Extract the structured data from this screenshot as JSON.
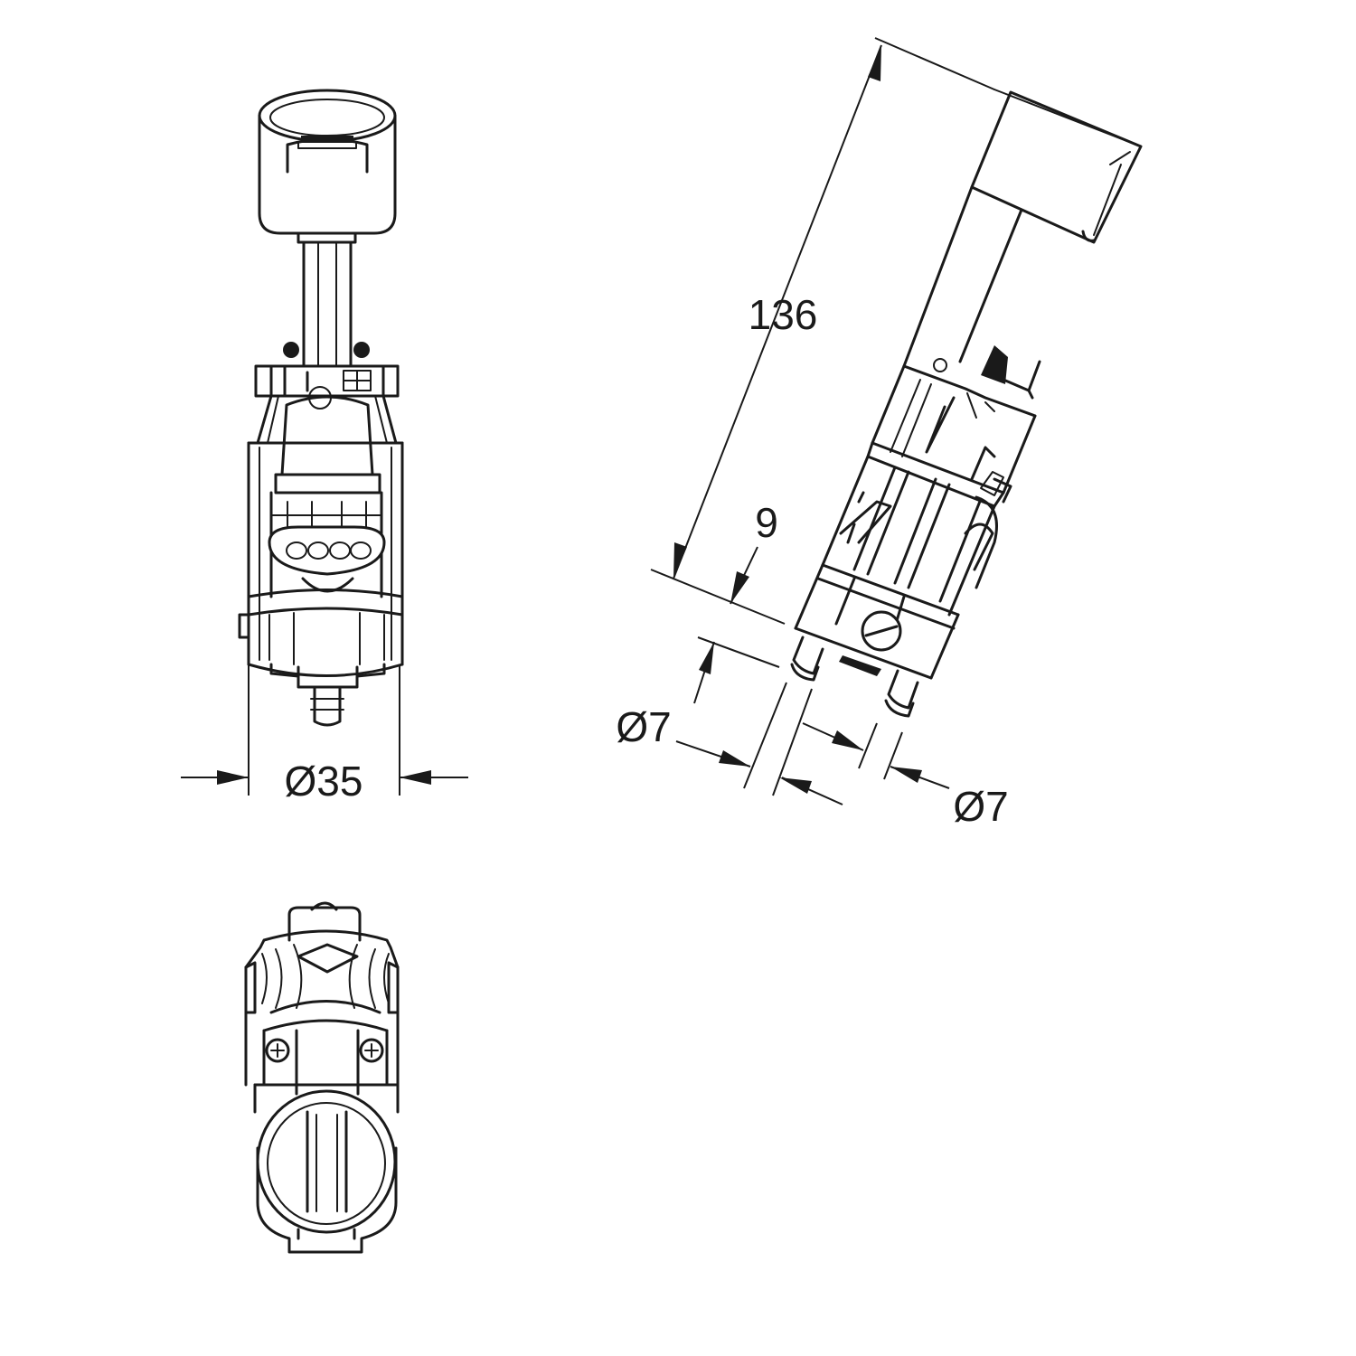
{
  "dimensions": {
    "diameter_body": "Ø35",
    "overall_length": "136",
    "offset": "9",
    "diameter_left_nipple": "Ø7",
    "diameter_right_nipple": "Ø7"
  }
}
